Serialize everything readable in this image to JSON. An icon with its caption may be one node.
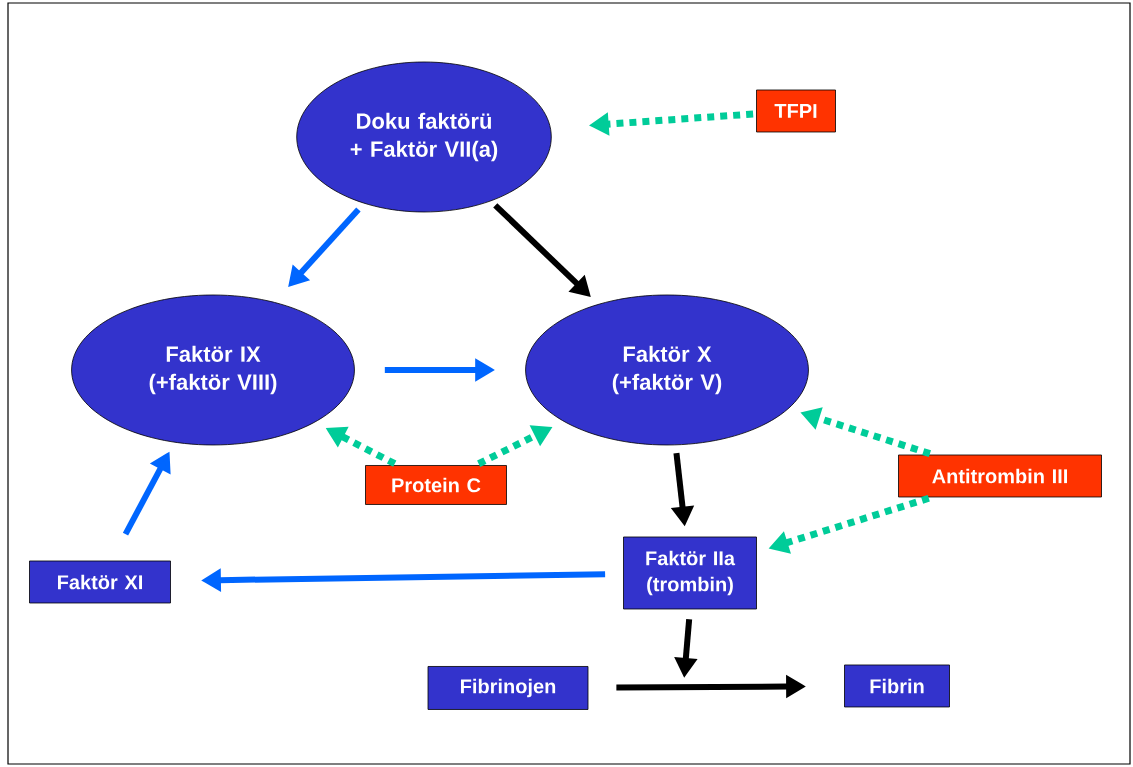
{
  "diagram": {
    "nodes": [
      {
        "text": [
          "Doku faktörü + Faktör VII(a)"
        ]
      },
      {
        "text": [
          "TFPI"
        ]
      },
      {
        "text": [
          "Faktör IX (+faktör VIII)"
        ]
      },
      {
        "text": [
          "Faktör X (+faktör V)"
        ]
      },
      {
        "text": [
          "Protein C"
        ]
      },
      {
        "text": [
          "Antitrombin III"
        ]
      },
      {
        "text": [
          "Faktör XI"
        ]
      },
      {
        "text": [
          "Faktör IIa (trombin)"
        ]
      },
      {
        "text": [
          "Fibrinojen"
        ]
      },
      {
        "text": [
          "Fibrin"
        ]
      }
    ],
    "edges": [
      {
        "from": 1,
        "to": 0,
        "arrow": "to",
        "style": "dashed",
        "color": "#00cc99"
      },
      {
        "from": 0,
        "to": 2,
        "arrow": "to",
        "color": "#0066ff"
      },
      {
        "from": 0,
        "to": 3,
        "arrow": "to",
        "color": "#000000"
      },
      {
        "from": 2,
        "to": 3,
        "arrow": "to",
        "color": "#0066ff"
      },
      {
        "from": 4,
        "to": 2,
        "arrow": "to",
        "style": "dashed",
        "color": "#00cc99"
      },
      {
        "from": 4,
        "to": 3,
        "arrow": "to",
        "style": "dashed",
        "color": "#00cc99"
      },
      {
        "from": 5,
        "to": 3,
        "arrow": "to",
        "style": "dashed",
        "color": "#00cc99"
      },
      {
        "from": 5,
        "to": 7,
        "arrow": "to",
        "style": "dashed",
        "color": "#00cc99"
      },
      {
        "from": 3,
        "to": 7,
        "arrow": "to",
        "color": "#000000"
      },
      {
        "from": 7,
        "to": 6,
        "arrow": "to",
        "color": "#0066ff"
      },
      {
        "from": 6,
        "to": 2,
        "arrow": "to",
        "color": "#0066ff"
      },
      {
        "from": 8,
        "to": 9,
        "arrow": "to",
        "color": "#000000"
      },
      {
        "from": 7,
        "to": null,
        "arrow": "to",
        "color": "#000000"
      }
    ]
  }
}
